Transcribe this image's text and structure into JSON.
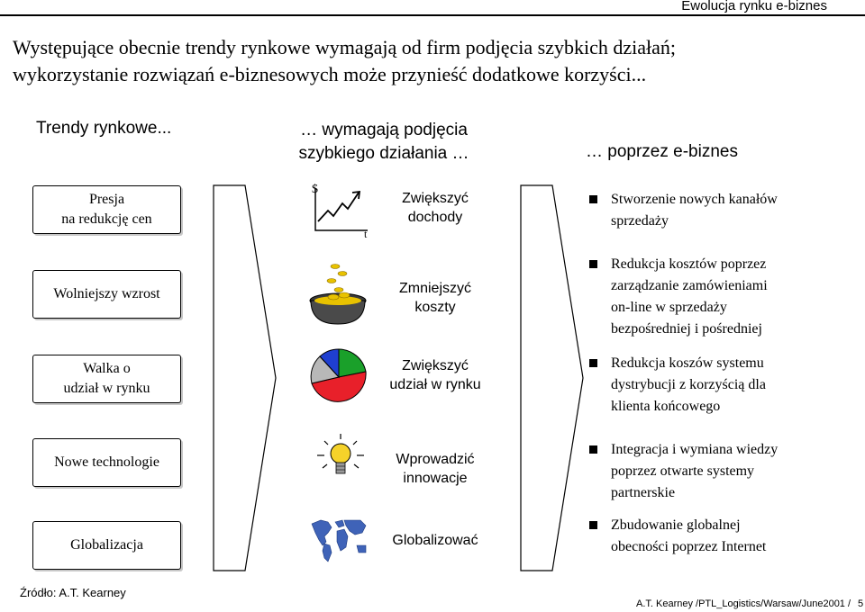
{
  "header": {
    "title": "Ewolucja rynku e-biznes"
  },
  "headline": {
    "line1": "Występujące obecnie trendy rynkowe wymagają od firm podjęcia szybkich działań;",
    "line2": "wykorzystanie rozwiązań e-biznesowych może przynieść dodatkowe korzyści..."
  },
  "columns": {
    "trends": "Trendy rynkowe...",
    "actions_line1": "… wymagają podjęcia",
    "actions_line2": "szybkiego działania …",
    "ebiz": "… poprzez e-biznes"
  },
  "trends": [
    {
      "l1": "Presja",
      "l2": "na redukcję cen"
    },
    {
      "l1": "Wolniejszy wzrost",
      "l2": ""
    },
    {
      "l1": "Walka o",
      "l2": "udział w rynku"
    },
    {
      "l1": "Nowe technologie",
      "l2": ""
    },
    {
      "l1": "Globalizacja",
      "l2": ""
    }
  ],
  "actions": [
    {
      "l1": "Zwiększyć",
      "l2": "dochody",
      "icon": "growth-chart-icon"
    },
    {
      "l1": "Zmniejszyć",
      "l2": "koszty",
      "icon": "coin-pot-icon"
    },
    {
      "l1": "Zwiększyć",
      "l2": "udział w rynku",
      "icon": "pie-chart-icon"
    },
    {
      "l1": "Wprowadzić",
      "l2": "innowacje",
      "icon": "light-bulb-icon"
    },
    {
      "l1": "Globalizować",
      "l2": "",
      "icon": "world-map-icon"
    }
  ],
  "icon_labels": {
    "dollar": "$",
    "t": "t"
  },
  "results": [
    {
      "lines": [
        "Stworzenie nowych kanałów",
        "sprzedaży"
      ]
    },
    {
      "lines": [
        "Redukcja kosztów poprzez",
        "zarządzanie zamówieniami",
        "on-line w sprzedaży",
        "bezpośredniej i pośredniej"
      ]
    },
    {
      "lines": [
        "Redukcja koszów systemu",
        "dystrybucji z korzyścią dla",
        "klienta końcowego"
      ]
    },
    {
      "lines": [
        "Integracja i wymiana wiedzy",
        "poprzez otwarte systemy",
        "partnerskie"
      ]
    },
    {
      "lines": [
        "Zbudowanie globalnej",
        "obecności poprzez Internet"
      ]
    }
  ],
  "footer": {
    "source": "Źródło: A.T. Kearney",
    "ref": "A.T. Kearney /PTL_Logistics/Warsaw/June2001 /",
    "page": "5"
  },
  "colors": {
    "pie_red": "#e8202a",
    "pie_green": "#1aa02a",
    "pie_blue": "#1f3fd0",
    "pie_gray": "#b8b8b8",
    "bulb": "#f5d22a",
    "map_blue": "#3f63b8"
  }
}
